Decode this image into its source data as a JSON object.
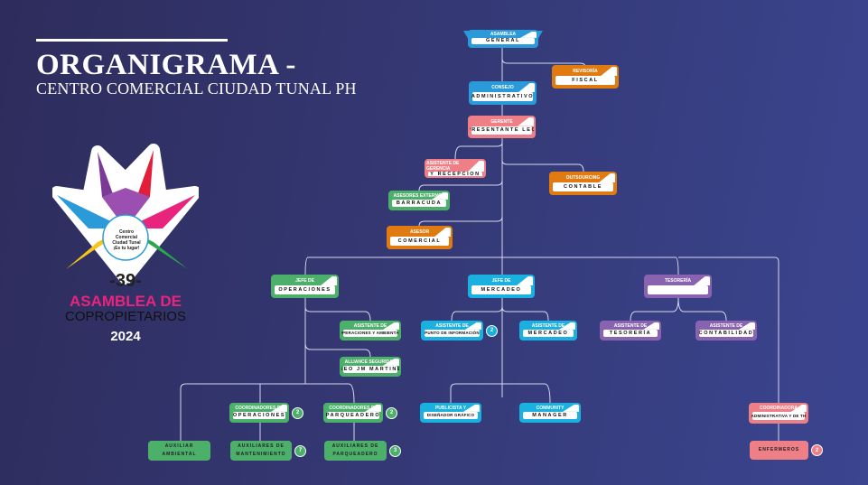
{
  "header": {
    "title": "ORGANIGRAMA -",
    "subtitle": "CENTRO COMERCIAL CIUDAD TUNAL PH"
  },
  "logo": {
    "edition": "-39-",
    "line1": "ASAMBLEA DE",
    "line2": "COPROPIETARIOS",
    "year": "2024",
    "brand": "Centro Comercial Ciudad Tunal ¡Es tu lugar!"
  },
  "colors": {
    "blue": "#2a9bd8",
    "cyan": "#1ab0e0",
    "orange": "#e07b12",
    "pink": "#ef7f86",
    "green": "#4caf6a",
    "purple": "#8a63b0"
  },
  "nodes": [
    {
      "id": "asamblea",
      "title": "ASAMBLEA",
      "label": "GENERAL",
      "color": "blue"
    },
    {
      "id": "revisoria",
      "title": "REVISORÍA",
      "label": "FISCAL",
      "color": "orange"
    },
    {
      "id": "consejo",
      "title": "CONSEJO",
      "label": "ADMINISTRATIVO",
      "color": "blue"
    },
    {
      "id": "gerente",
      "title": "GERENTE",
      "label": "REPRESENTANTE LEGAL",
      "color": "pink"
    },
    {
      "id": "asist-gerencia",
      "title": "ASISTENTE DE GERENCIA",
      "label": "Y RECEPCIÓN",
      "color": "pink"
    },
    {
      "id": "outsourcing",
      "title": "OUTSOURCING",
      "label": "CONTABLE",
      "color": "orange"
    },
    {
      "id": "asesores-externos",
      "title": "ASESORES EXTERNOS",
      "label": "BARRACUDA",
      "color": "green"
    },
    {
      "id": "asesor",
      "title": "ASESOR",
      "label": "COMERCIAL",
      "color": "orange"
    },
    {
      "id": "jefe-operaciones",
      "title": "JEFE DE",
      "label": "OPERACIONES",
      "color": "green"
    },
    {
      "id": "jefe-mercadeo",
      "title": "JEFE DE",
      "label": "MERCADEO",
      "color": "cyan"
    },
    {
      "id": "tesoreria",
      "title": "TESORERÍA",
      "label": "",
      "color": "purple"
    },
    {
      "id": "asist-operaciones",
      "title": "ASISTENTE DE",
      "label": "OPERACIONES Y AMBIENTAL",
      "color": "green",
      "small": true
    },
    {
      "id": "alliance",
      "title": "ALLIANCE SEGURIDAD",
      "label": "ASEO JM MARTINEZ",
      "color": "green"
    },
    {
      "id": "asist-punto",
      "title": "ASISTENTE DE",
      "label": "PUNTO DE INFORMACIÓN",
      "color": "cyan",
      "small": true,
      "badge": "2"
    },
    {
      "id": "asist-mercadeo",
      "title": "ASISTENTE DE",
      "label": "MERCADEO",
      "color": "cyan"
    },
    {
      "id": "asist-tesoreria",
      "title": "ASISTENTE DE",
      "label": "TESORERÍA",
      "color": "purple"
    },
    {
      "id": "asist-contabilidad",
      "title": "ASISTENTE DE",
      "label": "CONTABILIDAD",
      "color": "purple"
    },
    {
      "id": "coord-operaciones",
      "title": "COORDINADORES DE",
      "label": "OPERACIONES",
      "color": "green",
      "badge": "2"
    },
    {
      "id": "coord-parqueadero",
      "title": "COORDINADORES DE",
      "label": "PARQUEADERO",
      "color": "green",
      "badge": "2"
    },
    {
      "id": "publicista",
      "title": "PUBLICISTA Y",
      "label": "DISEÑADOR GRÁFICO",
      "color": "cyan",
      "small": true
    },
    {
      "id": "community",
      "title": "COMMUNITY",
      "label": "MANAGER",
      "color": "cyan"
    },
    {
      "id": "coordinadora",
      "title": "COORDINADORA",
      "label": "ADMINISTRATIVA Y DE TH",
      "color": "pink",
      "small": true
    },
    {
      "id": "aux-ambiental",
      "title": "AUXILIAR",
      "label": "AMBIENTAL",
      "color": "green",
      "solid": true
    },
    {
      "id": "aux-mantenimiento",
      "title": "AUXILIARES DE",
      "label": "MANTENIMIENTO",
      "color": "green",
      "solid": true,
      "badge": "7"
    },
    {
      "id": "aux-parqueadero",
      "title": "AUXILIARES DE",
      "label": "PARQUEADERO",
      "color": "green",
      "solid": true,
      "badge": "3"
    },
    {
      "id": "enfermeros",
      "title": "",
      "label": "ENFERMEROS",
      "color": "pink",
      "solid": true,
      "badge": "2"
    }
  ]
}
